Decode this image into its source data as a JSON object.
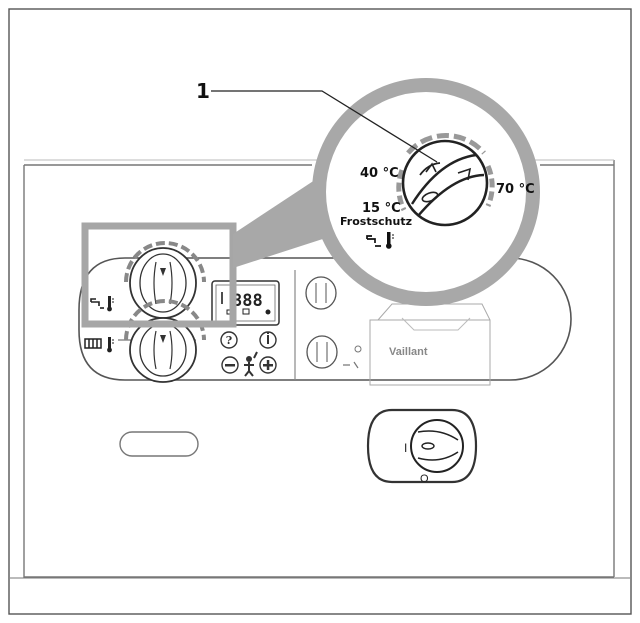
{
  "callout": {
    "number": "1"
  },
  "magnified_knob": {
    "label_40": "40 °C",
    "label_70": "70 °C",
    "label_15": "15 °C",
    "label_frost": "Frostschutz"
  },
  "display": {
    "digits": "888"
  },
  "brand": {
    "logo_text": "Vaillant"
  },
  "main_switch": {
    "on_label": "I",
    "off_label": "O"
  },
  "icons": {
    "hot_water": "tap-thermometer-icon",
    "heating": "radiator-thermometer-icon",
    "info": "info-icon",
    "chimney_sweep": "chimney-sweep-icon",
    "minus": "minus-icon",
    "plus": "plus-icon"
  }
}
